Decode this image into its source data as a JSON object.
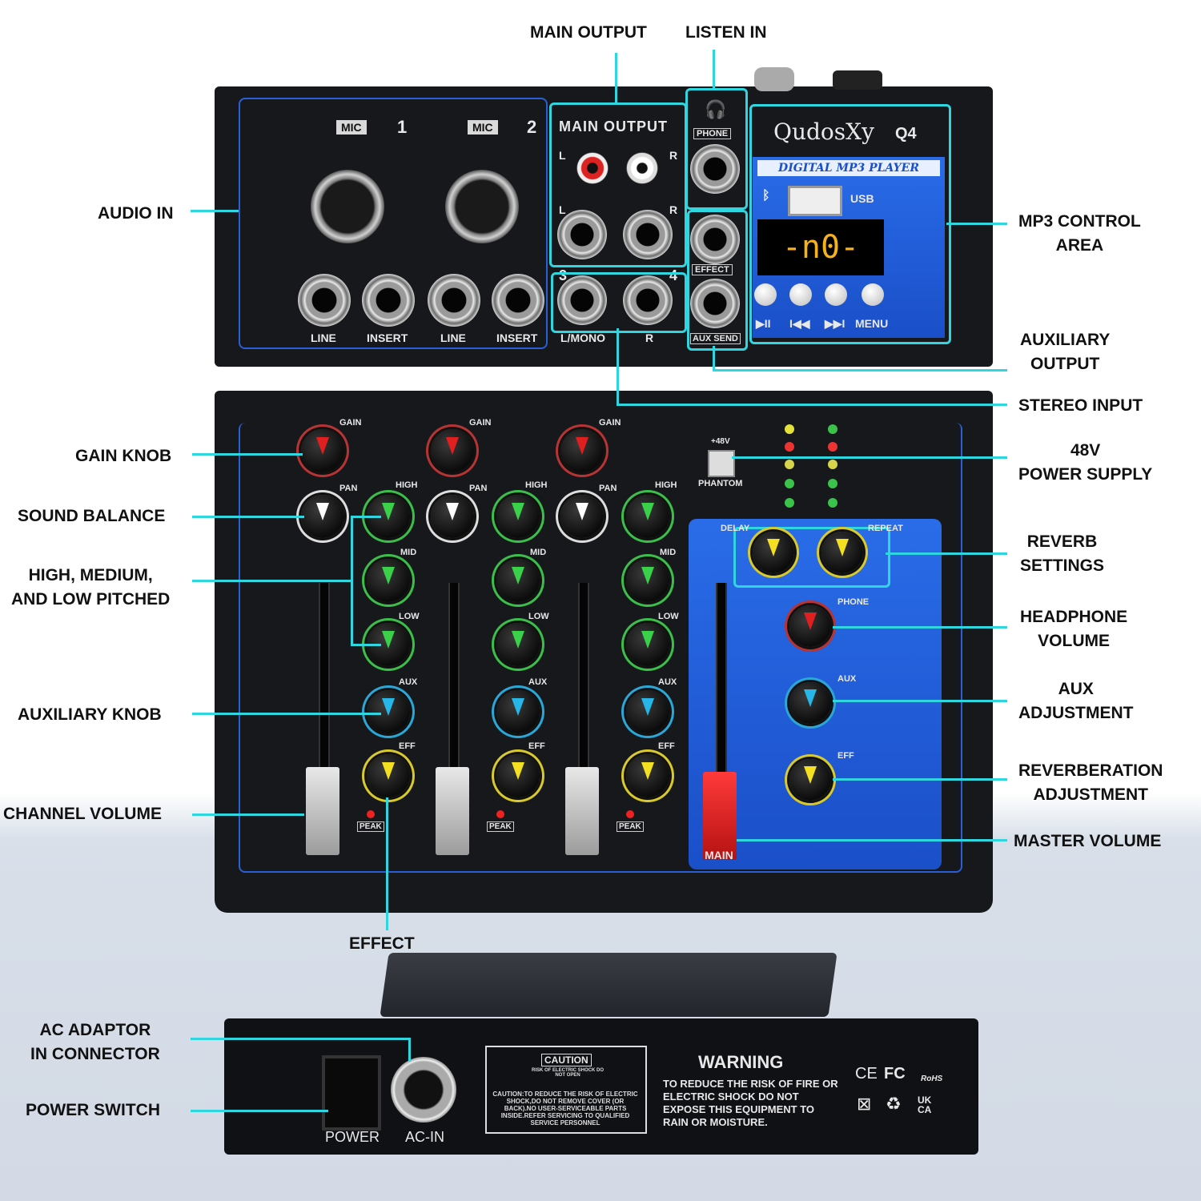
{
  "callouts": {
    "main_output": "MAIN OUTPUT",
    "listen_in": "LISTEN IN",
    "audio_in": "AUDIO IN",
    "mp3_control_area": [
      "MP3 CONTROL",
      "AREA"
    ],
    "auxiliary_output": [
      "AUXILIARY",
      "OUTPUT"
    ],
    "stereo_input": "STEREO INPUT",
    "gain_knob": "GAIN KNOB",
    "power_supply_48v": [
      "48V",
      "POWER SUPPLY"
    ],
    "sound_balance": "SOUND BALANCE",
    "reverb_settings": [
      "REVERB",
      "SETTINGS"
    ],
    "high_medium_low": [
      "HIGH, MEDIUM,",
      "AND LOW PITCHED"
    ],
    "headphone_volume": [
      "HEADPHONE",
      "VOLUME"
    ],
    "auxiliary_knob": "AUXILIARY KNOB",
    "aux_adjustment": [
      "AUX",
      "ADJUSTMENT"
    ],
    "reverberation_adjustment": [
      "REVERBERATION",
      "ADJUSTMENT"
    ],
    "channel_volume": "CHANNEL VOLUME",
    "master_volume": "MASTER VOLUME",
    "effect": "EFFECT",
    "ac_adaptor": [
      "AC ADAPTOR",
      "IN CONNECTOR"
    ],
    "power_switch": "POWER SWITCH"
  },
  "panel": {
    "mic1": "MIC",
    "mic1_num": "1",
    "mic2": "MIC",
    "mic2_num": "2",
    "main_output": "MAIN OUTPUT",
    "l": "L",
    "r": "R",
    "line": "LINE",
    "insert": "INSERT",
    "lmono": "L/MONO",
    "num3": "3",
    "num4": "4",
    "phone": "PHONE",
    "effect": "EFFECT",
    "aux_send": "AUX SEND",
    "brand": "QudosXy",
    "model": "Q4",
    "mp3_player": "DIGITAL MP3 PLAYER",
    "usb": "USB",
    "display": "-n0-",
    "btn_labels": [
      "▶II",
      "I◀◀",
      "▶▶I",
      "MENU"
    ],
    "gain": "GAIN",
    "pan": "PAN",
    "high": "HIGH",
    "mid": "MID",
    "low": "LOW",
    "aux": "AUX",
    "eff": "EFF",
    "peak": "PEAK",
    "plus48v": "+48V",
    "phantom": "PHANTOM",
    "delay": "DELAY",
    "repeat": "REPEAT",
    "master_phone": "PHONE",
    "master_aux": "AUX",
    "master_eff": "EFF",
    "main": "MAIN"
  },
  "rear": {
    "power": "POWER",
    "ac_in": "AC-IN",
    "caution": "CAUTION",
    "caution_sub": "RISK OF ELECTRIC SHOCK DO NOT OPEN",
    "caution_text": "CAUTION:TO REDUCE THE RISK OF ELECTRIC SHOCK,DO NOT REMOVE COVER (OR BACK).NO USER-SERVICEABLE PARTS INSIDE.REFER SERVICING TO QUALIFIED SERVICE PERSONNEL",
    "warning": "WARNING",
    "warning_text": "TO REDUCE THE RISK OF FIRE OR ELECTRIC SHOCK DO NOT EXPOSE THIS EQUIPMENT TO RAIN OR MOISTURE.",
    "ce": "CE",
    "fc": "FC",
    "rohs": "RoHS",
    "ukca": "UK CA"
  },
  "colors": {
    "lead": "#2fd6e0",
    "panel": "#17181c",
    "accent_blue": "#1f63e0"
  }
}
